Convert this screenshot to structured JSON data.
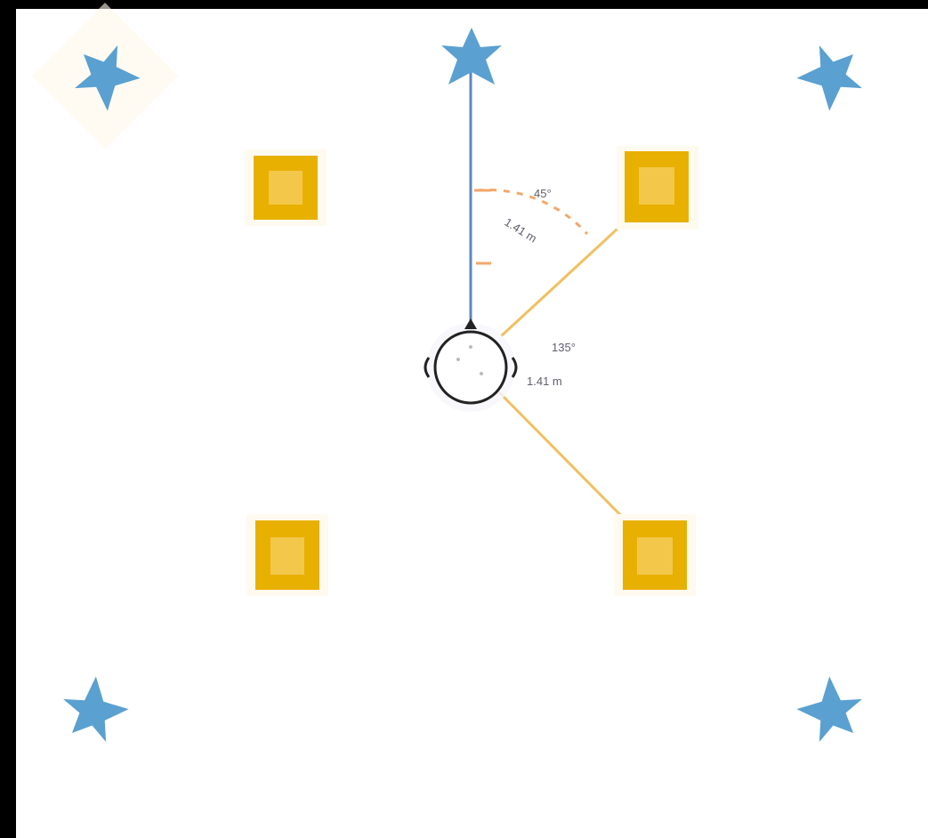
{
  "colors": {
    "background": "#ffffff",
    "frame": "#000000",
    "speaker_blue": "#5aa0d0",
    "speaker_yellow": "#e8b000",
    "direct_path": "#5b86c4",
    "reflected_path": "#f0c060",
    "angle_arc": "#f3a86a",
    "listener_stroke": "#222222"
  },
  "speakers": {
    "top_left": {
      "name": "speaker-blue-top-left",
      "icon": "blue-star-speaker-icon"
    },
    "top_center": {
      "name": "speaker-blue-top-center",
      "icon": "blue-star-speaker-icon"
    },
    "top_right": {
      "name": "speaker-blue-top-right",
      "icon": "blue-star-speaker-icon"
    },
    "bottom_left": {
      "name": "speaker-blue-bottom-left",
      "icon": "blue-star-speaker-icon"
    },
    "bottom_right": {
      "name": "speaker-blue-bottom-right",
      "icon": "blue-star-speaker-icon"
    },
    "yellow_upper_left": {
      "name": "speaker-yellow-upper-left",
      "icon": "yellow-square-speaker-icon"
    },
    "yellow_upper_right": {
      "name": "speaker-yellow-upper-right",
      "icon": "yellow-square-speaker-icon"
    },
    "yellow_lower_left": {
      "name": "speaker-yellow-lower-left",
      "icon": "yellow-square-speaker-icon"
    },
    "yellow_lower_right": {
      "name": "speaker-yellow-lower-right",
      "icon": "yellow-square-speaker-icon"
    }
  },
  "listener": {
    "icon": "head-listener-icon"
  },
  "labels": {
    "upper_angle": "45°",
    "upper_distance": "1.41 m",
    "lower_angle": "135°",
    "lower_distance": "1.41 m"
  }
}
